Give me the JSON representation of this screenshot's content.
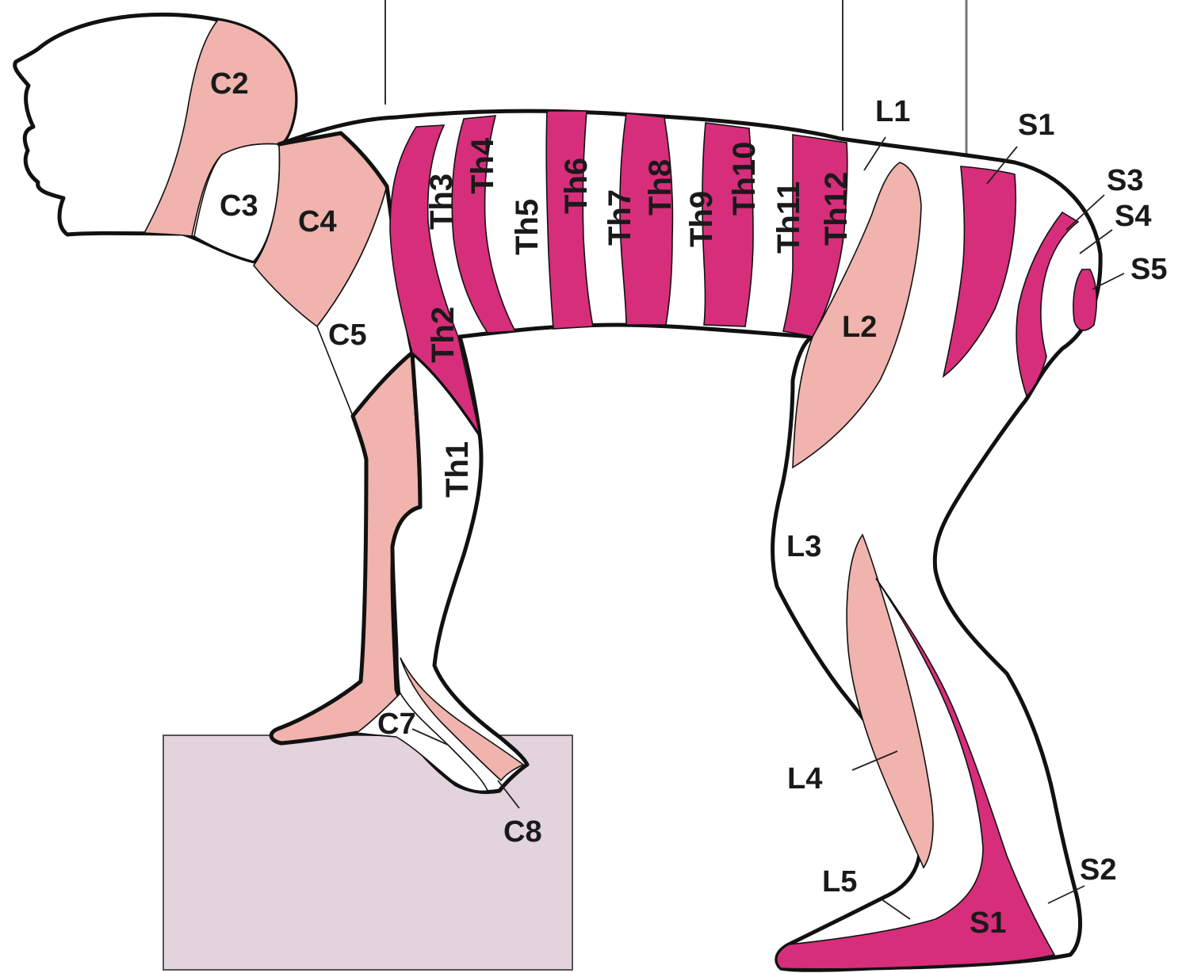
{
  "colors": {
    "magenta": "#d62e7a",
    "light_pink": "#f0b3ad",
    "white": "#ffffff",
    "box": "#e2d3dc",
    "outline": "#111111"
  },
  "labels": {
    "C2": "C2",
    "C3": "C3",
    "C4": "C4",
    "C5": "C5",
    "C7": "C7",
    "C8": "C8",
    "Th1": "Th1",
    "Th2": "Th2",
    "Th3": "Th3",
    "Th4": "Th4",
    "Th5": "Th5",
    "Th6": "Th6",
    "Th7": "Th7",
    "Th8": "Th8",
    "Th9": "Th9",
    "Th10": "Th10",
    "Th11": "Th11",
    "Th12": "Th12",
    "L1": "L1",
    "L2": "L2",
    "L3": "L3",
    "L4": "L4",
    "L5": "L5",
    "S1_back": "S1",
    "S1_foot": "S1",
    "S2": "S2",
    "S3": "S3",
    "S4": "S4",
    "S5": "S5"
  }
}
